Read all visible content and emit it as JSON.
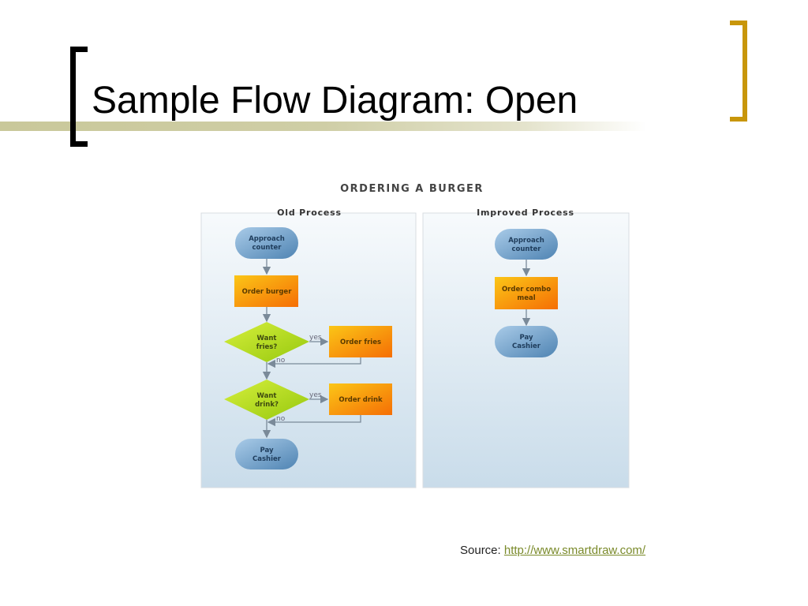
{
  "slide": {
    "title": "Sample Flow Diagram: Open",
    "source_label": "Source:",
    "source_link": "http://www.smartdraw.com/"
  },
  "diagram": {
    "title": "ORDERING A BURGER",
    "panels": [
      {
        "heading": "Old Process",
        "nodes": [
          {
            "id": "approach",
            "shape": "terminal",
            "lines": [
              "Approach",
              "counter"
            ]
          },
          {
            "id": "order-burger",
            "shape": "process",
            "lines": [
              "Order burger"
            ]
          },
          {
            "id": "want-fries",
            "shape": "decision",
            "lines": [
              "Want",
              "fries?"
            ]
          },
          {
            "id": "order-fries",
            "shape": "process",
            "lines": [
              "Order fries"
            ]
          },
          {
            "id": "want-drink",
            "shape": "decision",
            "lines": [
              "Want",
              "drink?"
            ]
          },
          {
            "id": "order-drink",
            "shape": "process",
            "lines": [
              "Order drink"
            ]
          },
          {
            "id": "pay",
            "shape": "terminal",
            "lines": [
              "Pay",
              "Cashier"
            ]
          }
        ],
        "edges": [
          {
            "from": "approach",
            "to": "order-burger",
            "label": ""
          },
          {
            "from": "order-burger",
            "to": "want-fries",
            "label": ""
          },
          {
            "from": "want-fries",
            "to": "order-fries",
            "label": "yes"
          },
          {
            "from": "want-fries",
            "to": "want-drink",
            "label": "no"
          },
          {
            "from": "order-fries",
            "to": "want-drink",
            "label": ""
          },
          {
            "from": "want-drink",
            "to": "order-drink",
            "label": "yes"
          },
          {
            "from": "want-drink",
            "to": "pay",
            "label": "no"
          },
          {
            "from": "order-drink",
            "to": "pay",
            "label": ""
          }
        ]
      },
      {
        "heading": "Improved Process",
        "nodes": [
          {
            "id": "approach2",
            "shape": "terminal",
            "lines": [
              "Approach",
              "counter"
            ]
          },
          {
            "id": "order-combo",
            "shape": "process",
            "lines": [
              "Order combo",
              "meal"
            ]
          },
          {
            "id": "pay2",
            "shape": "terminal",
            "lines": [
              "Pay",
              "Cashier"
            ]
          }
        ],
        "edges": [
          {
            "from": "approach2",
            "to": "order-combo",
            "label": ""
          },
          {
            "from": "order-combo",
            "to": "pay2",
            "label": ""
          }
        ]
      }
    ],
    "colors": {
      "terminal": "#6a9cc8",
      "process": "#f79a0c",
      "decision": "#a8d81a",
      "connector": "#7a8a99",
      "panel": "#e6eef5"
    }
  }
}
